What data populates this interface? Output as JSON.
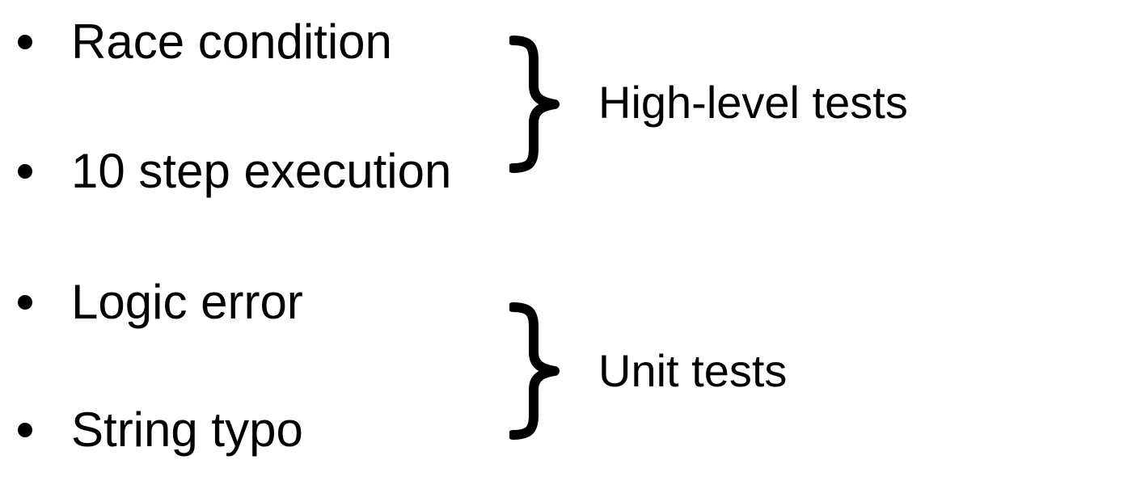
{
  "items": [
    {
      "label": "Race condition"
    },
    {
      "label": "10 step execution"
    },
    {
      "label": "Logic error"
    },
    {
      "label": "String typo"
    }
  ],
  "groups": [
    {
      "label": "High-level tests",
      "icon": "right-curly-brace-icon"
    },
    {
      "label": "Unit tests",
      "icon": "right-curly-brace-icon"
    }
  ],
  "colors": {
    "text": "#000000",
    "background": "#ffffff"
  }
}
